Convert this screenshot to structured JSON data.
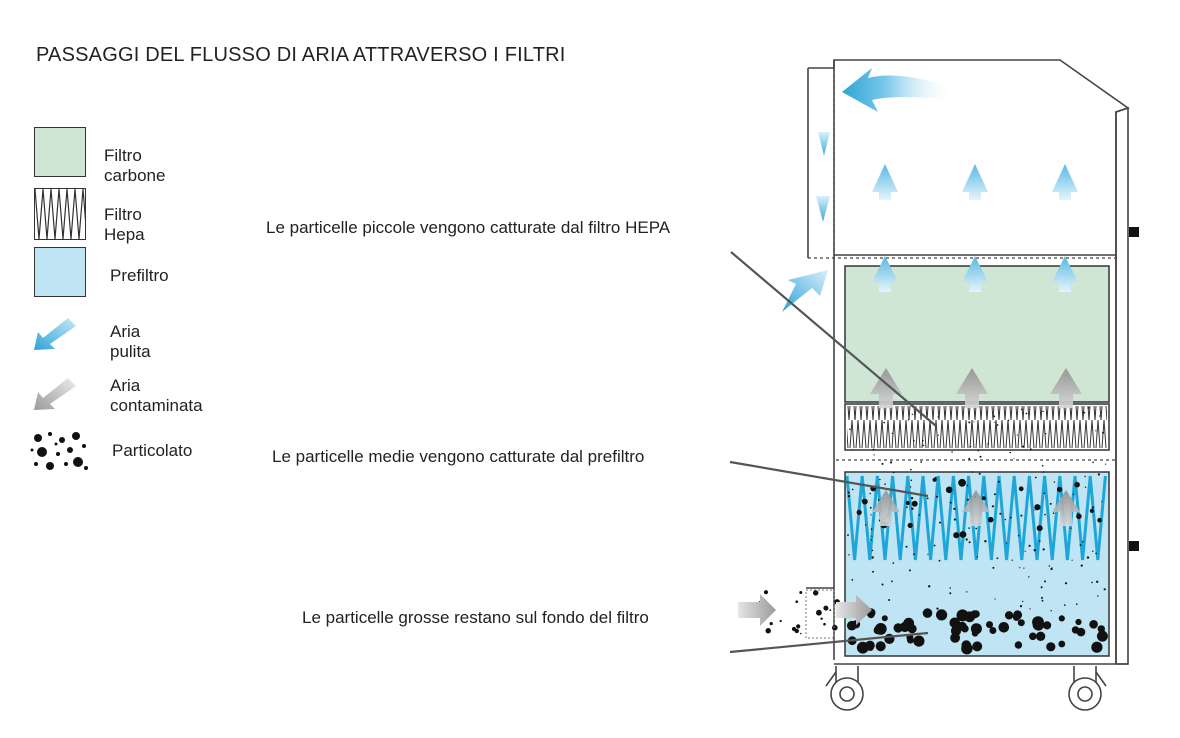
{
  "title": "PASSAGGI DEL FLUSSO DI ARIA ATTRAVERSO I FILTRI",
  "legend": [
    {
      "key": "carbon",
      "label": "Filtro carbone",
      "color": "#cfe6d4"
    },
    {
      "key": "hepa",
      "label": "Filtro Hepa"
    },
    {
      "key": "prefilter",
      "label": "Prefiltro",
      "color": "#bfe4f4"
    },
    {
      "key": "clean_air",
      "label": "Aria pulita",
      "color": "#39a9d8"
    },
    {
      "key": "dirty_air",
      "label": "Aria contaminata",
      "color": "#a9a9a9"
    },
    {
      "key": "particulate",
      "label": "Particolato",
      "color": "#111111"
    }
  ],
  "callouts": {
    "small": "Le particelle piccole vengono catturate dal filtro HEPA",
    "medium": "Le particelle medie vengono catturate dal prefiltro",
    "large": "Le particelle grosse restano sul fondo del filtro"
  },
  "colors": {
    "outline": "#333333",
    "carbon_filter": "#cfe6d4",
    "prefilter": "#bfe4f4",
    "clean_arrow": "#39a9d8",
    "dirty_arrow": "#a9a9a9",
    "particle": "#111111"
  }
}
